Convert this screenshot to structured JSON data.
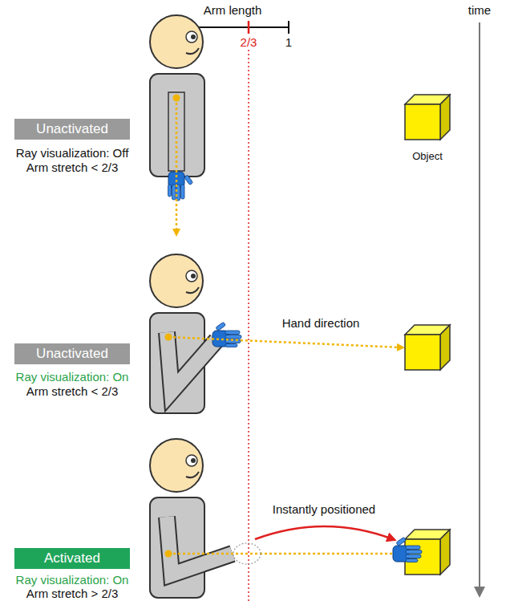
{
  "diagram": {
    "nodes": [
      {
        "text": [
          "Unactivated"
        ]
      },
      {
        "text": [
          "Unactivated"
        ]
      },
      {
        "text": [
          "Activated"
        ]
      }
    ],
    "labels": [
      "Arm length",
      "2/3",
      "1",
      "time",
      "Ray visualization: Off",
      "Arm stretch < 2/3",
      "Object",
      "Ray visualization: On",
      "Arm stretch < 2/3",
      "Hand direction",
      "Ray visualization: On",
      "Arm stretch > 2/3",
      "Instantly positioned"
    ]
  }
}
